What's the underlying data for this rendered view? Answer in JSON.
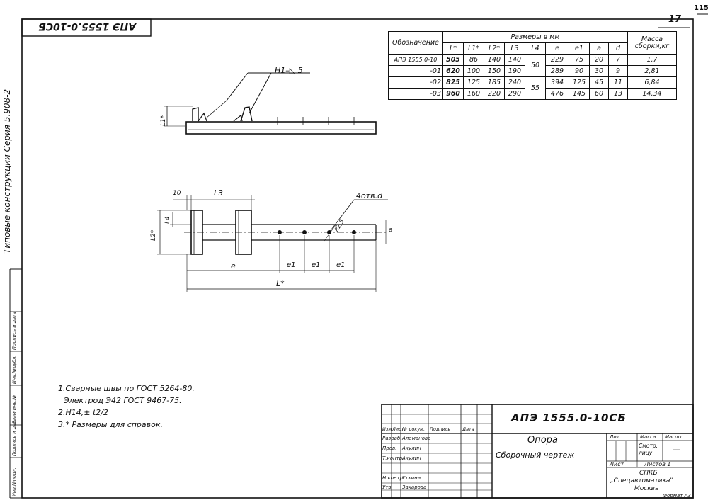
{
  "sheet": {
    "corner_number": "17",
    "page_number": "115",
    "top_left_stamp": "АПЭ 1555.0-10СБ",
    "series_label": "Типовые конструкции   Серия 5.908-2"
  },
  "left_strip": [
    "Инв.№подл.",
    "Подпись и дата",
    "Взам.инв.№",
    "Инв.№дубл.",
    "Подпись и дата"
  ],
  "drawing": {
    "weld_symbol": "Н1–◺ 5",
    "label_l1": "L1*",
    "label_l2": "L2*",
    "label_l3": "L3",
    "label_l4": "L4",
    "label_10": "10",
    "label_holes": "4отв.d",
    "label_r": "R2,5",
    "label_a": "a",
    "label_e": "e",
    "label_e1": "e1",
    "label_L": "L*"
  },
  "table": {
    "header_designation": "Обозначение",
    "header_dims": "Размеры  в  мм",
    "header_mass": "Масса сборки,кг",
    "columns": [
      "L*",
      "L1*",
      "L2*",
      "L3",
      "L4",
      "e",
      "e1",
      "a",
      "d"
    ],
    "rows": [
      [
        "АПЭ 1555.0-10",
        "505",
        "86",
        "140",
        "140",
        "229",
        "75",
        "20",
        "7",
        "1,7"
      ],
      [
        "-01",
        "620",
        "100",
        "150",
        "190",
        "289",
        "90",
        "30",
        "9",
        "2,81"
      ],
      [
        "-02",
        "825",
        "125",
        "185",
        "240",
        "394",
        "125",
        "45",
        "11",
        "6,84"
      ],
      [
        "-03",
        "960",
        "160",
        "220",
        "290",
        "476",
        "145",
        "60",
        "13",
        "14,34"
      ]
    ],
    "l4_values": [
      "50",
      "55"
    ]
  },
  "notes": [
    "1.Сварные швы по ГОСТ 5264-80.",
    "Электрод Э42 ГОСТ 9467-75.",
    "2.Н14,± t2/2",
    "3.* Размеры для справок."
  ],
  "title_block": {
    "code": "АПЭ 1555.0-10СБ",
    "name": "Опора",
    "doc_type": "Сборочный  чертеж",
    "lit": "Лит.",
    "mass": "Масса",
    "scale": "Масшт.",
    "mass_value": "Смотр. лицу",
    "scale_value": "—",
    "sheet": "Лист",
    "sheets": "Листов 1",
    "org1": "СПКБ",
    "org2": "„Спецавтоматика\"",
    "org3": "Москва",
    "format": "Формат А3",
    "header_row": [
      "Изм",
      "Лист",
      "№ докум.",
      "Подпись",
      "Дата"
    ],
    "roles": [
      {
        "role": "Разраб.",
        "name": "Алеманова"
      },
      {
        "role": "Пров.",
        "name": "Акулин"
      },
      {
        "role": "Т.контр.",
        "name": "Акулин"
      },
      {
        "role": "Н.контр.",
        "name": "Уткина"
      },
      {
        "role": "Утв.",
        "name": "Захарова"
      }
    ]
  }
}
